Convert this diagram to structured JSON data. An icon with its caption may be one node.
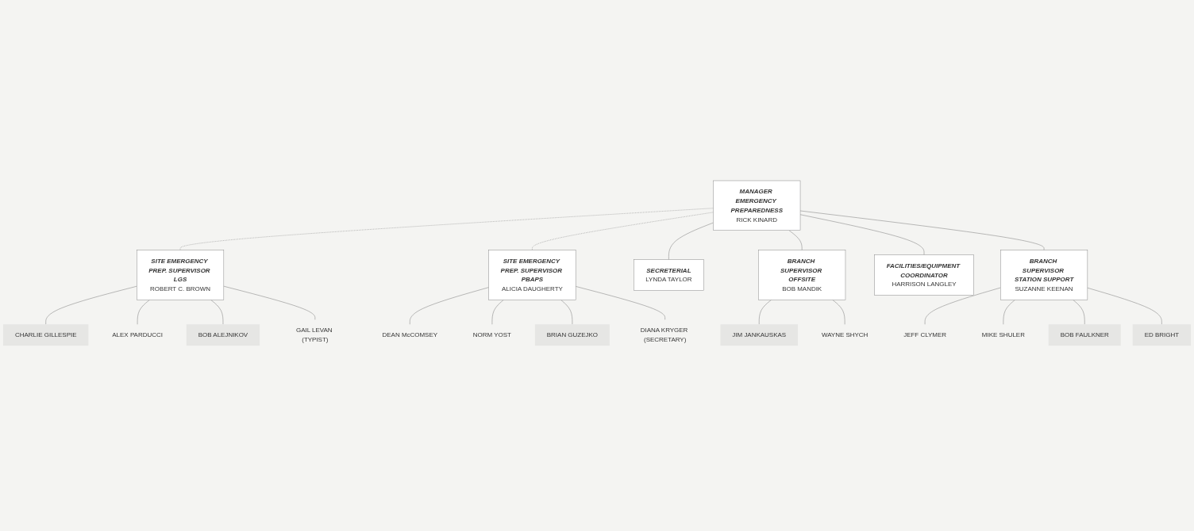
{
  "diagram": {
    "nodes": [
      {
        "text": [
          "SITE EMERGENCY PREP. SUPERVISOR LGS",
          "ROBERT C. BROWN"
        ]
      },
      {
        "text": [
          "MANAGER EMERGENCY PREPAREDNESS",
          "RICK KINARD"
        ]
      },
      {
        "text": [
          "SITE EMERGENCY PREP. SUPERVISOR PBAPS",
          "ALICIA DAUGHERTY"
        ]
      },
      {
        "text": [
          "CHARLIE GILLESPIE"
        ]
      },
      {
        "text": [
          "ALEX PARDUCCI"
        ]
      },
      {
        "text": [
          "BOB ALEJNIKOV"
        ]
      },
      {
        "text": [
          "GAIL LEVAN (TYPIST)"
        ]
      },
      {
        "text": [
          "SECRETERIAL",
          "LYNDA TAYLOR"
        ]
      },
      {
        "text": [
          "DEAN McCOMSEY"
        ]
      },
      {
        "text": [
          "NORM YOST"
        ]
      },
      {
        "text": [
          "BRIAN GUZEJKO"
        ]
      },
      {
        "text": [
          "DIANA KRYGER (SECRETARY)"
        ]
      },
      {
        "text": [
          "BRANCH SUPERVISOR OFFSITE",
          "BOB MANDIK"
        ]
      },
      {
        "text": [
          "FACILITIES/EQUIPMENT COORDINATOR",
          "HARRISON LANGLEY"
        ]
      },
      {
        "text": [
          "BRANCH SUPERVISOR STATION SUPPORT",
          "SUZANNE KEENAN"
        ]
      },
      {
        "text": [
          "JIM JANKAUSKAS"
        ]
      },
      {
        "text": [
          "WAYNE SHYCH"
        ]
      },
      {
        "text": [
          "JEFF CLYMER"
        ]
      },
      {
        "text": [
          "MIKE SHULER"
        ]
      },
      {
        "text": [
          "BOB FAULKNER"
        ]
      },
      {
        "text": [
          "ED BRIGHT"
        ]
      }
    ],
    "edges": [
      {
        "from": 1,
        "to": 0,
        "arrow": "none",
        "style": "dashed"
      },
      {
        "from": 1,
        "to": 2,
        "arrow": "none",
        "style": "dashed"
      },
      {
        "from": 0,
        "to": 3,
        "arrow": "none"
      },
      {
        "from": 0,
        "to": 4,
        "arrow": "none"
      },
      {
        "from": 0,
        "to": 5,
        "arrow": "none"
      },
      {
        "from": 0,
        "to": 6,
        "arrow": "none"
      },
      {
        "from": 1,
        "to": 7,
        "arrow": "none"
      },
      {
        "from": 2,
        "to": 8,
        "arrow": "none"
      },
      {
        "from": 2,
        "to": 9,
        "arrow": "none"
      },
      {
        "from": 2,
        "to": 10,
        "arrow": "none"
      },
      {
        "from": 2,
        "to": 11,
        "arrow": "none"
      },
      {
        "from": 1,
        "to": 12,
        "arrow": "none"
      },
      {
        "from": 1,
        "to": 13,
        "arrow": "none"
      },
      {
        "from": 1,
        "to": 14,
        "arrow": "none"
      },
      {
        "from": 12,
        "to": 15,
        "arrow": "none"
      },
      {
        "from": 12,
        "to": 16,
        "arrow": "none"
      },
      {
        "from": 14,
        "to": 17,
        "arrow": "none"
      },
      {
        "from": 14,
        "to": 18,
        "arrow": "none"
      },
      {
        "from": 14,
        "to": 19,
        "arrow": "none"
      },
      {
        "from": 14,
        "to": 20,
        "arrow": "none"
      }
    ]
  }
}
